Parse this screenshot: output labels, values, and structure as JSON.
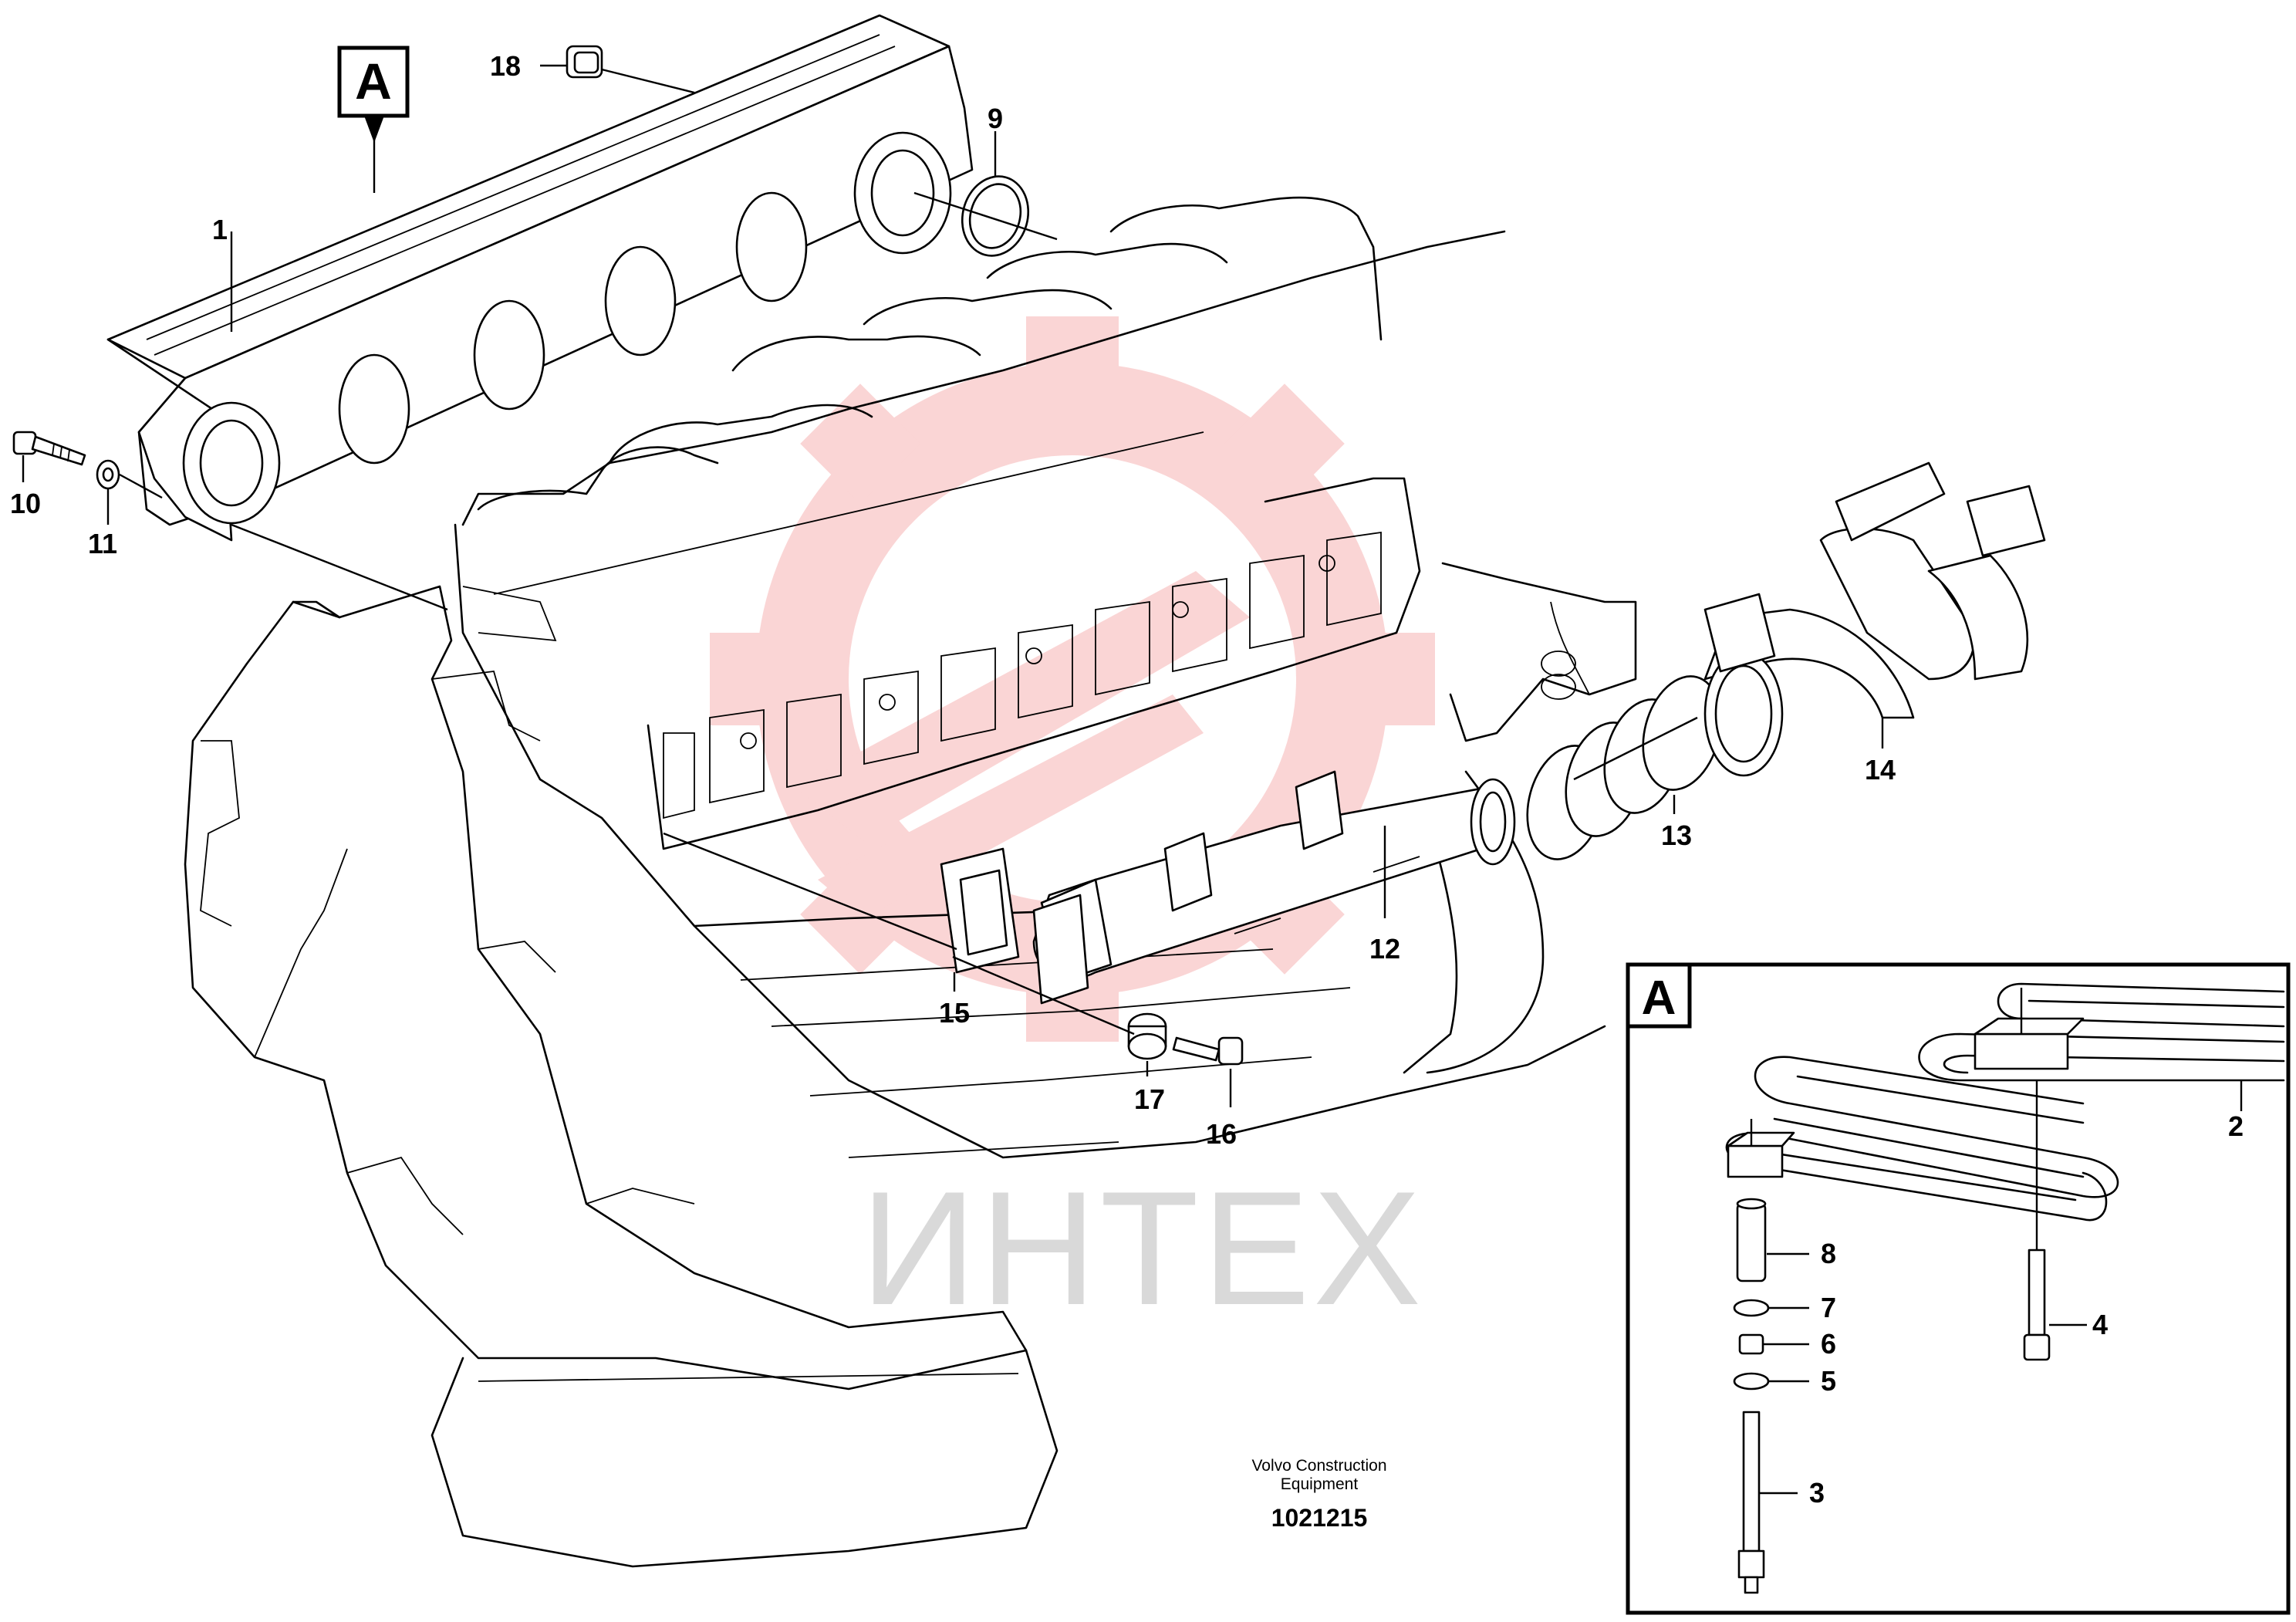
{
  "diagram": {
    "view_label": "A",
    "detail_label": "A",
    "callouts": [
      "1",
      "2",
      "3",
      "4",
      "5",
      "6",
      "7",
      "8",
      "9",
      "10",
      "11",
      "12",
      "13",
      "14",
      "15",
      "16",
      "17",
      "18"
    ],
    "manufacturer": "Volvo Construction",
    "manufacturer_line2": "Equipment",
    "drawing_number": "1021215",
    "watermark_text": "ИНТЕХ",
    "watermark_color": "#d9d9d9",
    "watermark_logo_color": "#f6b3b3"
  }
}
